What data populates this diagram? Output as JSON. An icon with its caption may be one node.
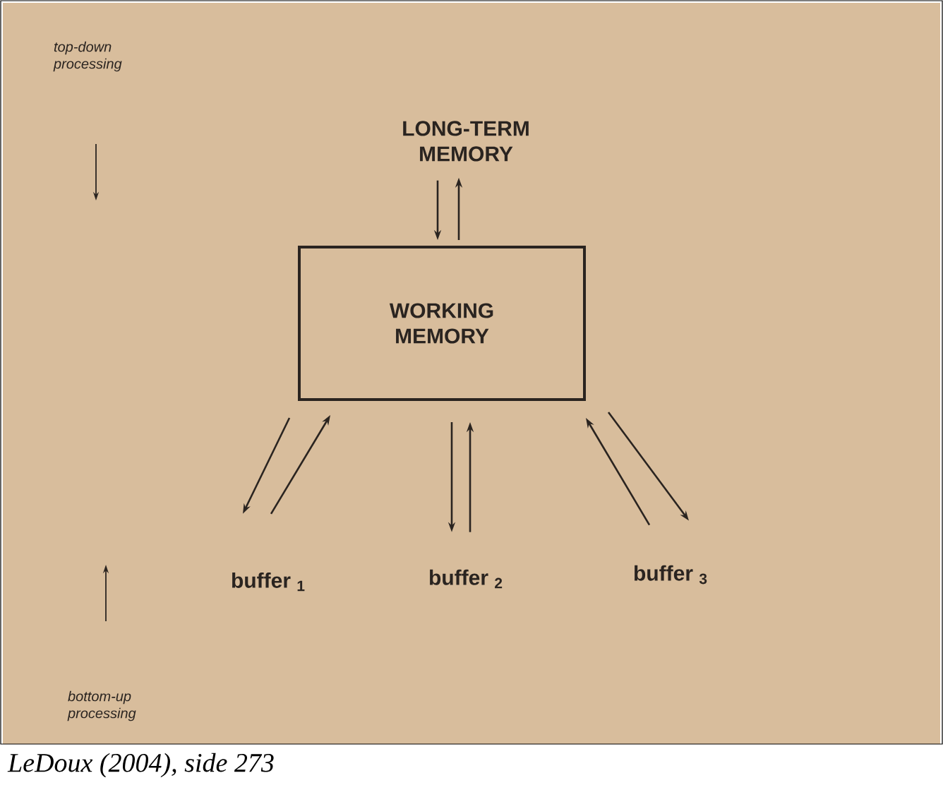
{
  "diagram": {
    "caption": "LeDoux (2004), side 273",
    "nodes": [
      {
        "text": [
          "LONG-TERM MEMORY"
        ]
      },
      {
        "text": [
          "WORKING MEMORY"
        ]
      },
      {
        "text": [
          "buffer $_{1}$"
        ]
      },
      {
        "text": [
          "buffer $_{2}$"
        ]
      },
      {
        "text": [
          "buffer $_{3}$"
        ]
      }
    ],
    "edges": [
      {
        "from": 0,
        "to": 1,
        "arrow": "to"
      },
      {
        "from": 1,
        "to": 0,
        "arrow": "to"
      },
      {
        "from": 1,
        "to": 2,
        "arrow": "to"
      },
      {
        "from": 2,
        "to": 1,
        "arrow": "to"
      },
      {
        "from": 1,
        "to": 3,
        "arrow": "to"
      },
      {
        "from": 3,
        "to": 1,
        "arrow": "to"
      },
      {
        "from": 4,
        "to": 1,
        "arrow": "to"
      },
      {
        "from": 1,
        "to": 4,
        "arrow": "to"
      }
    ],
    "labels": [
      "top-down processing",
      "bottom-up processing"
    ]
  }
}
